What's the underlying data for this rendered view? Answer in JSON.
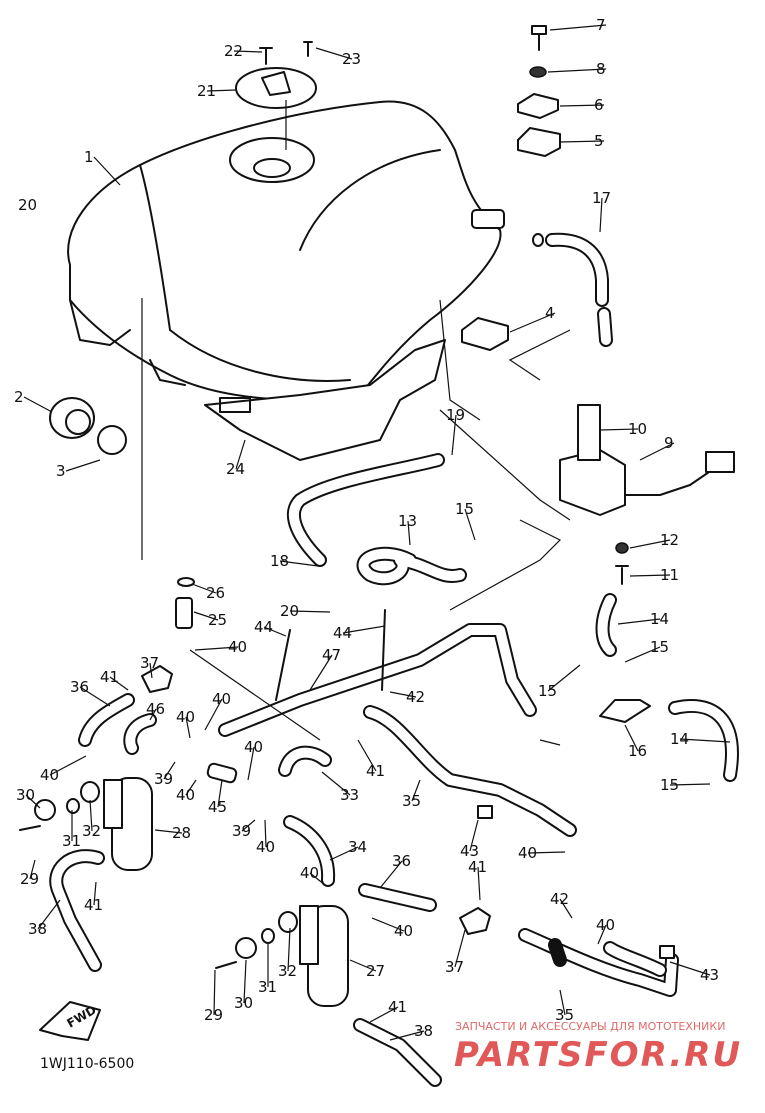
{
  "diagram": {
    "part_code": "1WJ110-6500",
    "fwd_label": "FWD",
    "watermark": {
      "tagline": "ЗАПЧАСТИ И АКСЕССУАРЫ ДЛЯ МОТОТЕХНИКИ",
      "brand": "PARTSFOR.RU"
    },
    "callouts": [
      "1",
      "2",
      "3",
      "4",
      "5",
      "6",
      "7",
      "8",
      "9",
      "10",
      "11",
      "12",
      "13",
      "14",
      "14",
      "15",
      "15",
      "15",
      "15",
      "16",
      "17",
      "18",
      "19",
      "20",
      "20",
      "21",
      "22",
      "23",
      "24",
      "25",
      "26",
      "27",
      "28",
      "29",
      "29",
      "30",
      "30",
      "31",
      "31",
      "32",
      "32",
      "33",
      "34",
      "35",
      "35",
      "36",
      "36",
      "37",
      "37",
      "38",
      "38",
      "39",
      "39",
      "40",
      "40",
      "40",
      "40",
      "40",
      "40",
      "40",
      "40",
      "40",
      "40",
      "40",
      "41",
      "41",
      "41",
      "41",
      "41",
      "42",
      "42",
      "43",
      "43",
      "44",
      "44",
      "45",
      "46",
      "47"
    ]
  }
}
